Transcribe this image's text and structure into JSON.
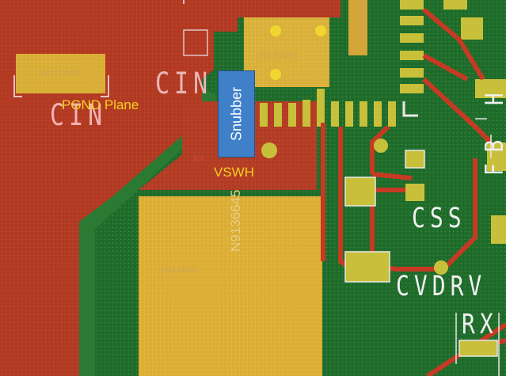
{
  "labels": {
    "pgnd_plane": "PGND Plane",
    "snubber": "Snubber",
    "vswh": "VSWH"
  },
  "silkscreen": {
    "cin_top": "CIN",
    "cin_left": "CIN",
    "css": "CSS",
    "cvdrv": "CVDRV",
    "rx": "RX",
    "fb": "FB H",
    "part_number": "N9136645"
  },
  "faint_text": {
    "pad1": "GND_POWER",
    "pad2": "GND_POWER",
    "pad3": "GND_POWER",
    "pad4": "N9136645",
    "vswh_ref": "N9"
  },
  "colors": {
    "board_green": "#1e6b2a",
    "copper_red": "#b23a22",
    "pad_yellow": "#e0b030",
    "pad_light": "#c8c03a",
    "label_yellow": "#f5d020",
    "snubber_blue": "#3f80c8",
    "trace_red": "#c63a24"
  }
}
